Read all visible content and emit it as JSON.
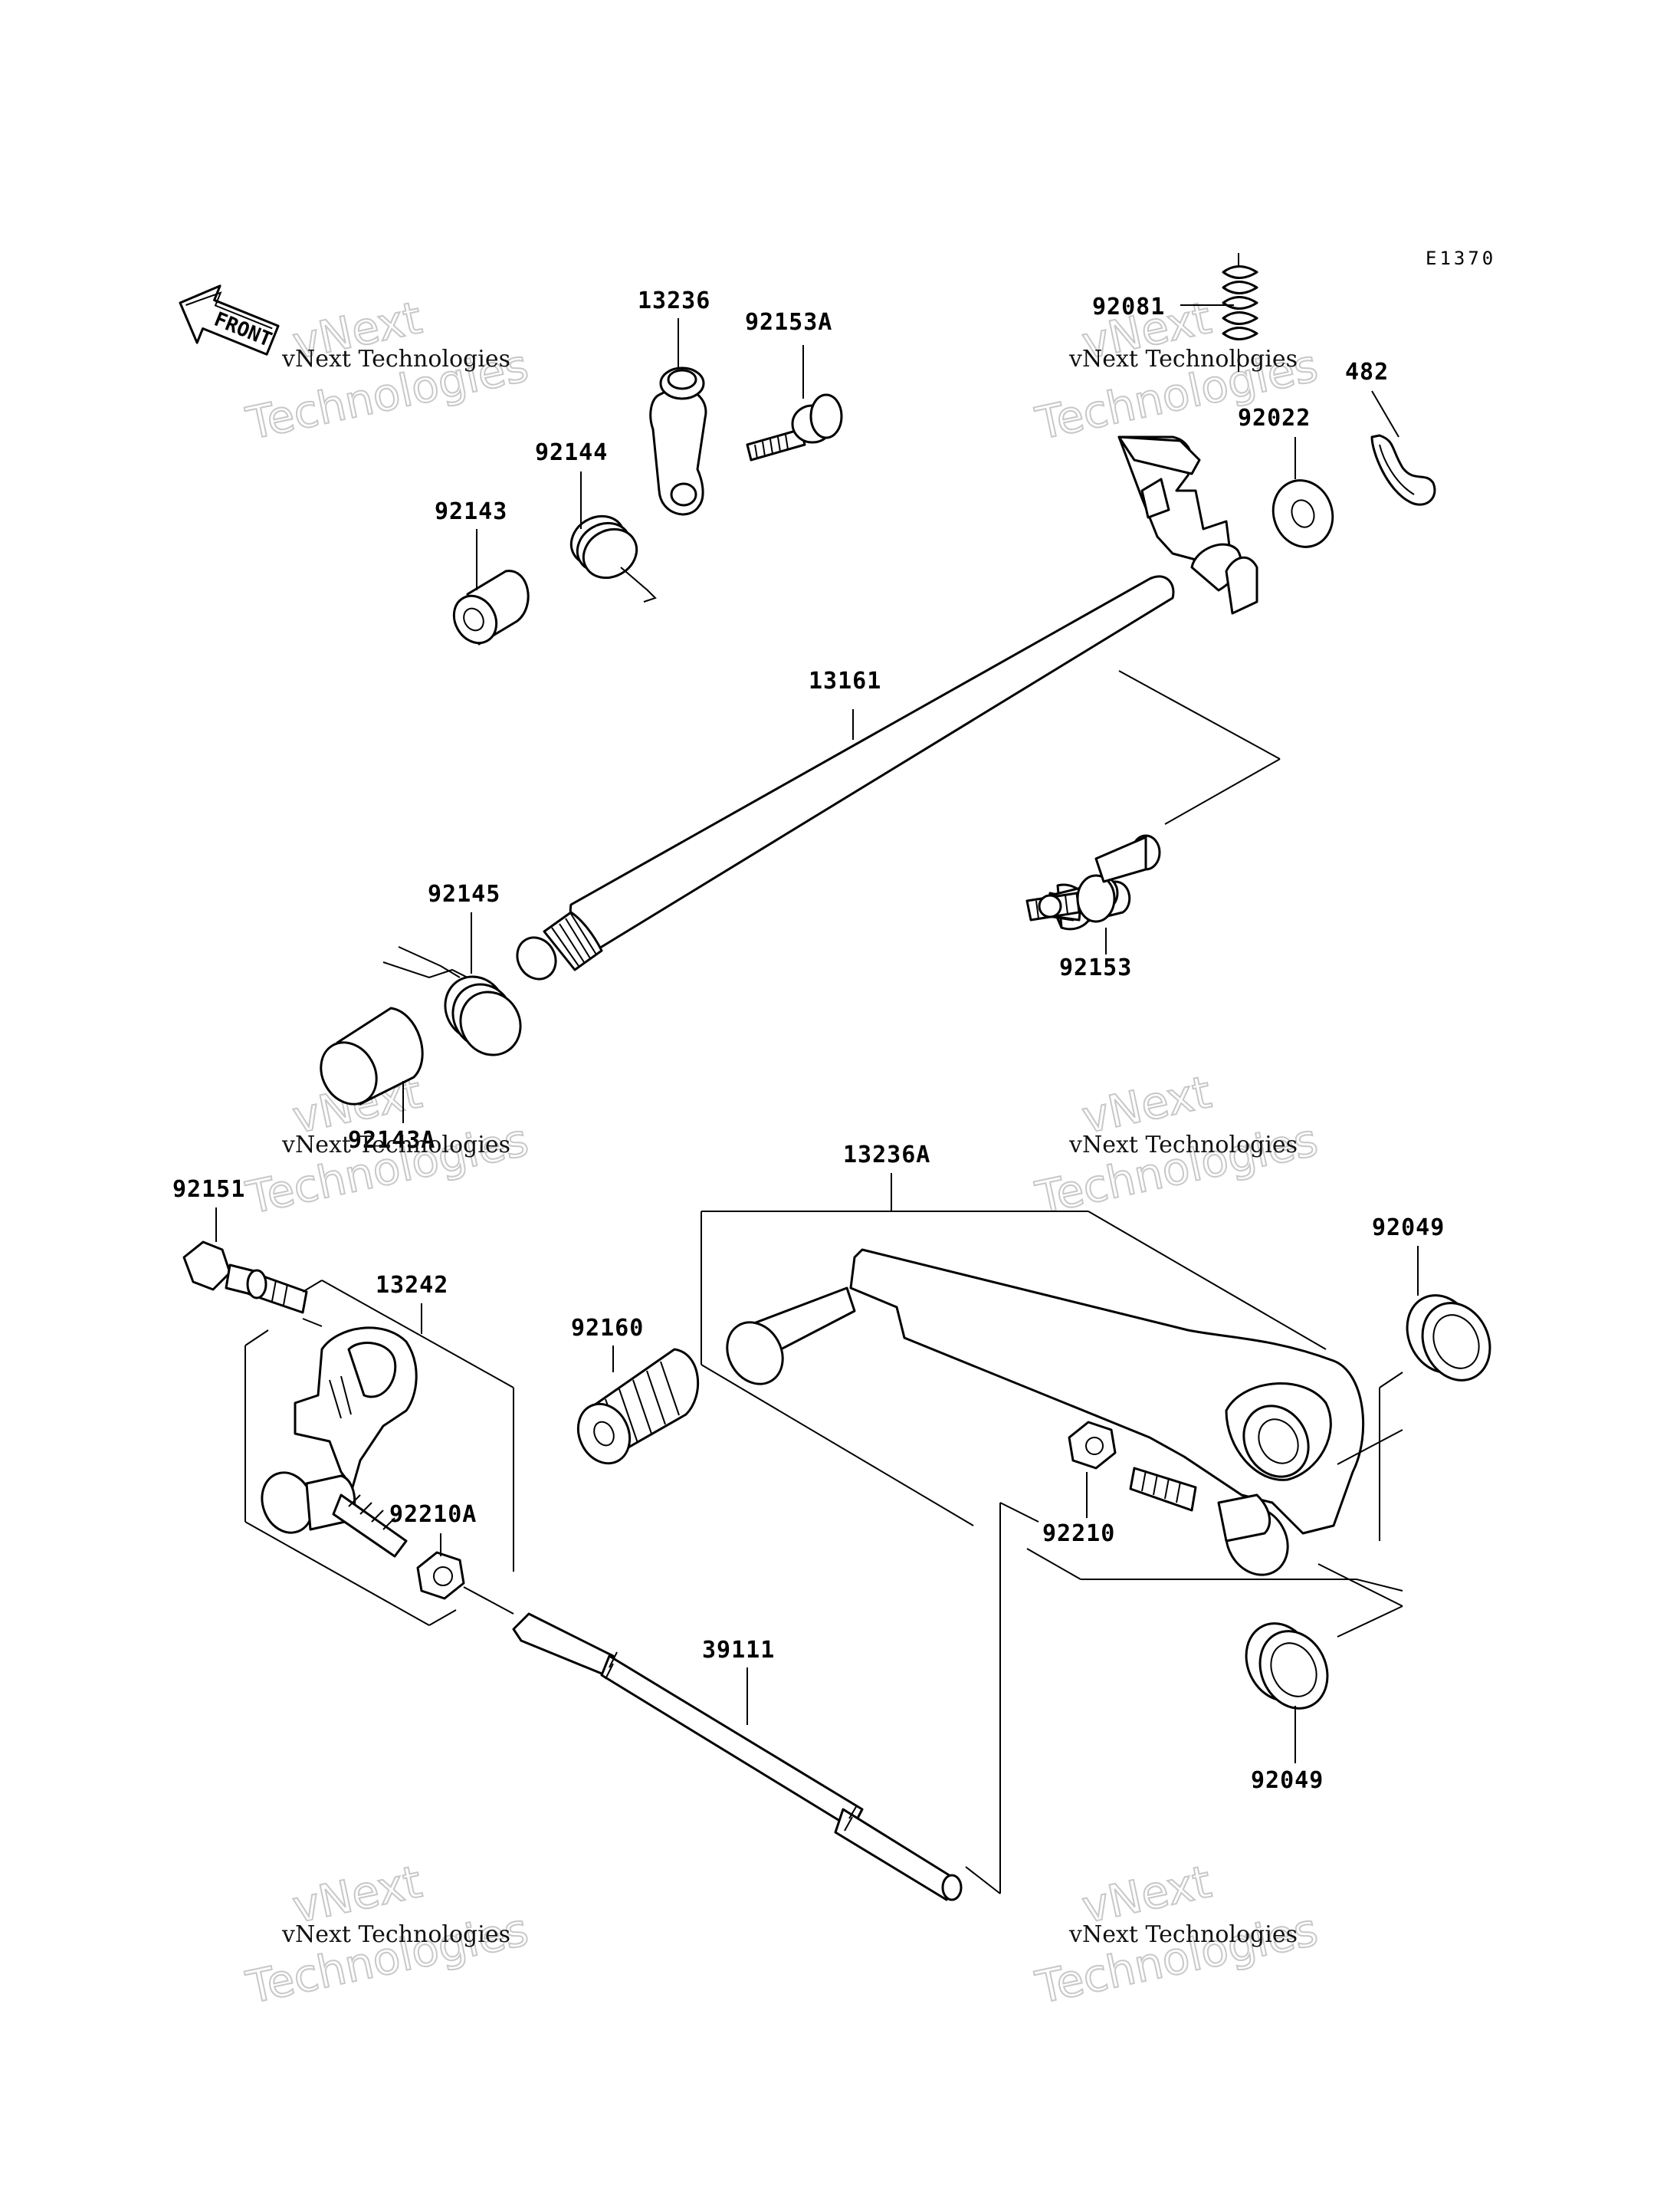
{
  "diagram": {
    "code": "E1370",
    "direction_badge": "FRONT"
  },
  "watermark": {
    "line1": "vNext",
    "line2": "Technologies",
    "caption": "vNext Technologies"
  },
  "parts": [
    {
      "id": "p13236",
      "number": "13236"
    },
    {
      "id": "p92153A",
      "number": "92153A"
    },
    {
      "id": "p92081",
      "number": "92081"
    },
    {
      "id": "p482",
      "number": "482"
    },
    {
      "id": "p92022",
      "number": "92022"
    },
    {
      "id": "p92144",
      "number": "92144"
    },
    {
      "id": "p92143",
      "number": "92143"
    },
    {
      "id": "p13161",
      "number": "13161"
    },
    {
      "id": "p92145",
      "number": "92145"
    },
    {
      "id": "p92153",
      "number": "92153"
    },
    {
      "id": "p92143A",
      "number": "92143A"
    },
    {
      "id": "p13236A",
      "number": "13236A"
    },
    {
      "id": "p92151",
      "number": "92151"
    },
    {
      "id": "p13242",
      "number": "13242"
    },
    {
      "id": "p92049a",
      "number": "92049"
    },
    {
      "id": "p92160",
      "number": "92160"
    },
    {
      "id": "p92210A",
      "number": "92210A"
    },
    {
      "id": "p92210",
      "number": "92210"
    },
    {
      "id": "p39111",
      "number": "39111"
    },
    {
      "id": "p92049b",
      "number": "92049"
    }
  ]
}
